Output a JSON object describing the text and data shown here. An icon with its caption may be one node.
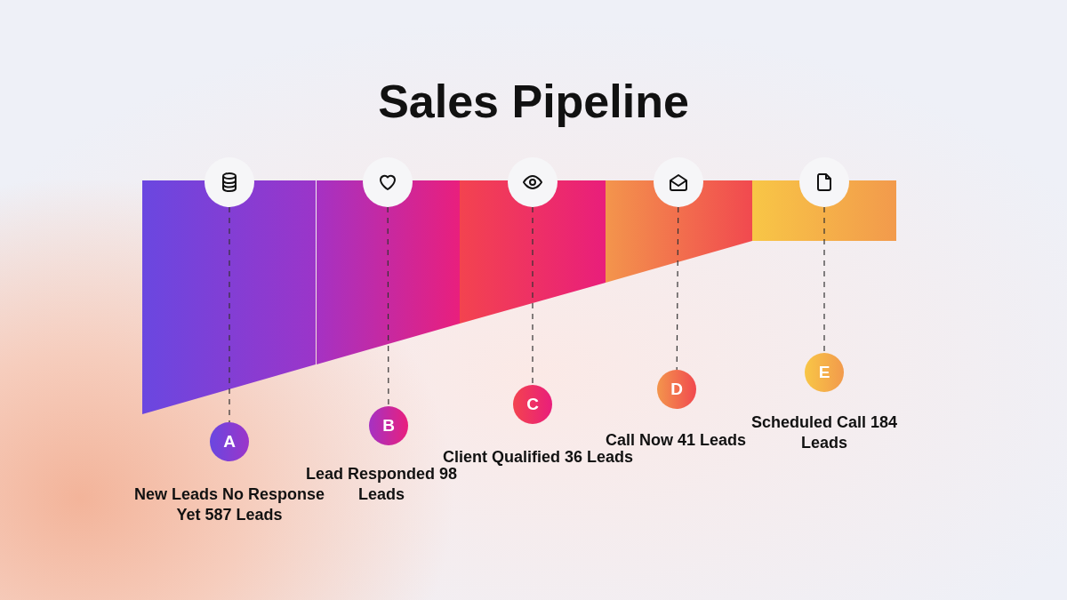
{
  "diagram": {
    "title": "Sales Pipeline",
    "nodes": [
      {
        "text": [],
        "shape": "circle"
      },
      {
        "text": [],
        "shape": "circle"
      },
      {
        "text": [],
        "shape": "circle"
      },
      {
        "text": [],
        "shape": "circle"
      },
      {
        "text": [],
        "shape": "circle"
      },
      {
        "text": [
          "A"
        ],
        "beside": [
          "New Leads No Response Yet 587 Leads"
        ]
      },
      {
        "text": [
          "B"
        ],
        "beside": [
          "Lead Responded 98 Leads"
        ]
      },
      {
        "text": [
          "C"
        ],
        "beside": [
          "Client Qualified 36 Leads"
        ]
      },
      {
        "text": [
          "D"
        ],
        "beside": [
          "Call Now 41 Leads"
        ]
      },
      {
        "text": [
          "E"
        ],
        "beside": [
          "Scheduled Call 184 Leads"
        ]
      }
    ],
    "edges": [
      {
        "from": 0,
        "to": 5,
        "arrow": "none",
        "style": "dashed"
      },
      {
        "from": 1,
        "to": 6,
        "arrow": "none",
        "style": "dashed"
      },
      {
        "from": 2,
        "to": 7,
        "arrow": "none",
        "style": "dashed"
      },
      {
        "from": 3,
        "to": 8,
        "arrow": "none",
        "style": "dashed"
      },
      {
        "from": 4,
        "to": 9,
        "arrow": "none",
        "style": "dashed"
      }
    ]
  }
}
